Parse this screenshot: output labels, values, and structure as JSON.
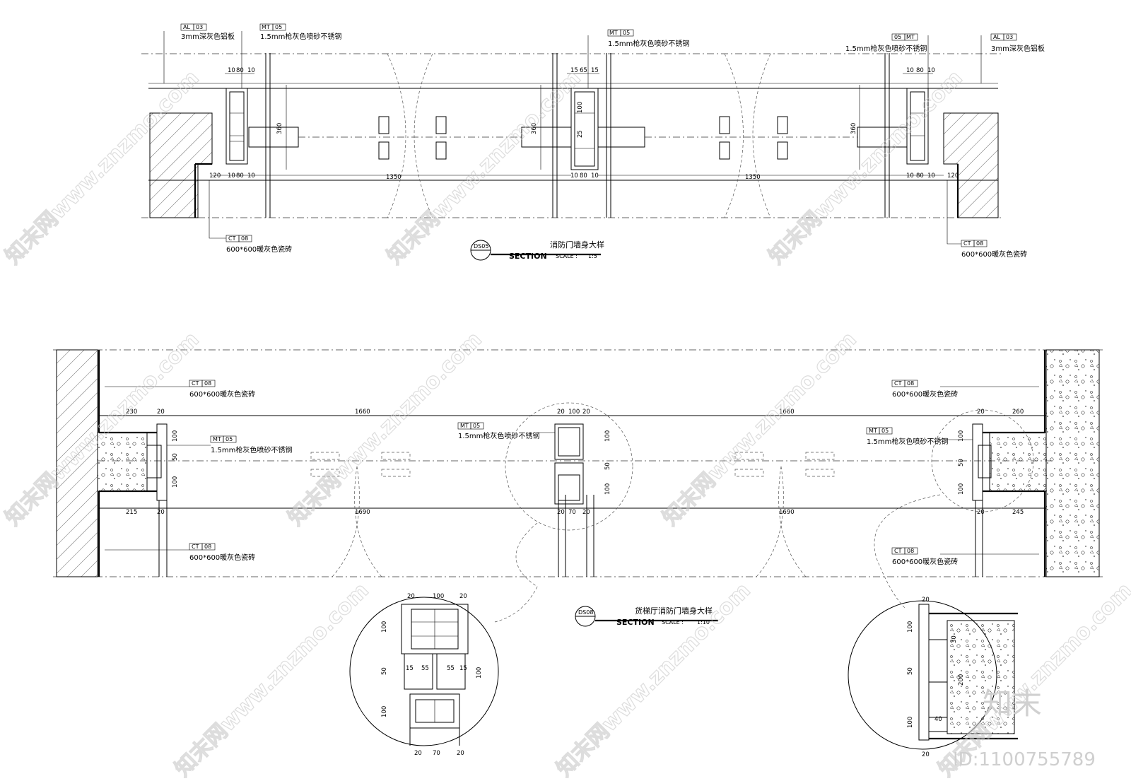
{
  "top_section": {
    "tag_al_left": "AL",
    "tag_al_left_num": "03",
    "label_al_left": "3mm深灰色铝板",
    "tag_mt_left": "MT",
    "tag_mt_left_num": "05",
    "label_mt_left": "1.5mm枪灰色喷砂不锈钢",
    "tag_mt_center": "MT",
    "tag_mt_center_num": "05",
    "label_mt_center": "1.5mm枪灰色喷砂不锈钢",
    "tag_mt_right": "MT",
    "tag_mt_right_num": "05",
    "label_mt_right": "1.5mm枪灰色喷砂不锈钢",
    "tag_al_right": "AL",
    "tag_al_right_num": "03",
    "label_al_right": "3mm深灰色铝板",
    "tag_ct_left": "CT",
    "tag_ct_left_num": "08",
    "label_ct_left": "600*600暖灰色瓷砖",
    "tag_ct_right": "CT",
    "tag_ct_right_num": "08",
    "label_ct_right": "600*600暖灰色瓷砖",
    "dims": {
      "d10": "10",
      "d80": "80",
      "d15": "15",
      "d65": "65",
      "d25": "25",
      "d100": "100",
      "d360": "360",
      "d120": "120",
      "d1350": "1350"
    },
    "title_code": "DS05",
    "title_cn": "消防门墙身大样",
    "title_en": "SECTION",
    "scale_label": "SCALE :",
    "scale_value": "1:5"
  },
  "bottom_section": {
    "tag_ct_tl": "CT",
    "tag_ct_tl_num": "08",
    "label_ct_tl": "600*600暖灰色瓷砖",
    "tag_ct_bl": "CT",
    "tag_ct_bl_num": "08",
    "label_ct_bl": "600*600暖灰色瓷砖",
    "tag_ct_tr": "CT",
    "tag_ct_tr_num": "08",
    "label_ct_tr": "600*600暖灰色瓷砖",
    "tag_ct_br": "CT",
    "tag_ct_br_num": "08",
    "label_ct_br": "600*600暖灰色瓷砖",
    "tag_mt_l": "MT",
    "tag_mt_l_num": "05",
    "label_mt_l": "1.5mm枪灰色喷砂不锈钢",
    "tag_mt_c": "MT",
    "tag_mt_c_num": "05",
    "label_mt_c": "1.5mm枪灰色喷砂不锈钢",
    "tag_mt_r": "MT",
    "tag_mt_r_num": "05",
    "label_mt_r": "1.5mm枪灰色喷砂不锈钢",
    "dims": {
      "d230": "230",
      "d20": "20",
      "d1660": "1660",
      "d260": "260",
      "d215": "215",
      "d1690": "1690",
      "d245": "245",
      "d100": "100",
      "d50": "50",
      "d70": "70",
      "d55": "55",
      "d15": "15",
      "d200": "200",
      "d40": "40",
      "d30": "30"
    },
    "title_code": "DS08",
    "title_cn": "货梯厅消防门墙身大样",
    "title_en": "SECTION",
    "scale_label": "SCALE :",
    "scale_value": "1:10"
  },
  "watermark": {
    "text": "知末网www.znzmo.com",
    "logo": "知末",
    "id": "ID:1100755789"
  }
}
